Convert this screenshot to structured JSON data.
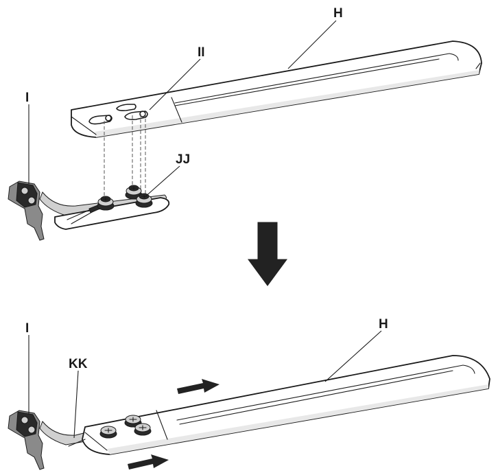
{
  "top_assembly": {
    "label_blade": "H",
    "label_bracket": "I",
    "label_slots": "II",
    "label_screws": "JJ"
  },
  "bottom_assembly": {
    "label_blade": "H",
    "label_bracket": "I",
    "label_tab": "KK"
  },
  "colors": {
    "ink": "#1a1a1a",
    "arrow": "#222222",
    "background": "#ffffff"
  },
  "icons": {
    "direction_arrow": "down-arrow-icon",
    "slide_arrows": "right-arrow-icon"
  }
}
